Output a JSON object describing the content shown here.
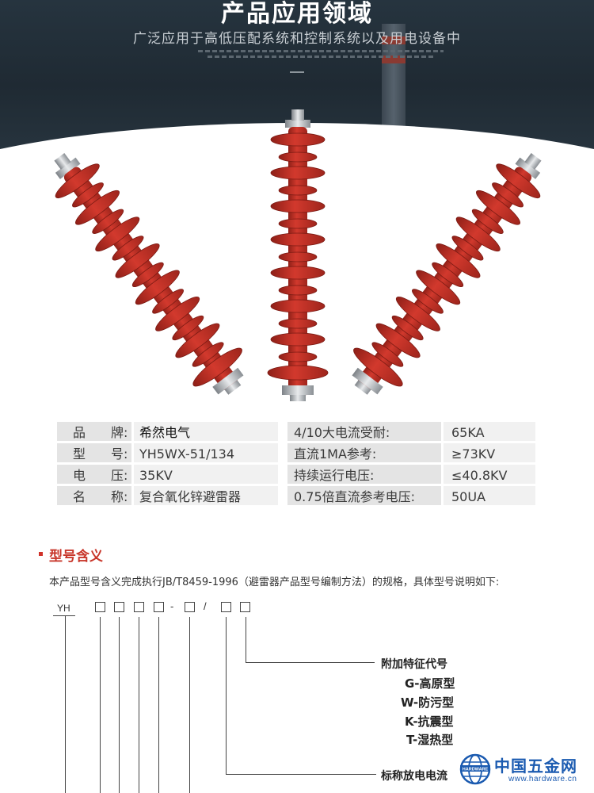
{
  "banner": {
    "title": "产品应用领域",
    "subtitle": "广泛应用于高低压配系统和控制系统以及用电设备中"
  },
  "colors": {
    "accent": "#c8362a",
    "insulator": "#c8342b",
    "banner_bg": "#26343f",
    "watermark": "#1a5ab0"
  },
  "spec_table": {
    "rows": [
      {
        "label": "品　　牌:",
        "value": "希然电气",
        "label2": "4/10大电流受耐:",
        "value2": "65KA"
      },
      {
        "label": "型　　号:",
        "value": "YH5WX-51/134",
        "label2": "直流1MA参考:",
        "value2": "≥73KV"
      },
      {
        "label": "电　　压:",
        "value": "35KV",
        "label2": "持续运行电压:",
        "value2": "≤40.8KV"
      },
      {
        "label": "名　　称:",
        "value": "复合氧化锌避雷器",
        "label2": "0.75倍直流参考电压:",
        "value2": "50UA"
      }
    ]
  },
  "model_section": {
    "title": "型号含义",
    "description": "本产品型号含义完成执行JB/T8459-1996（避雷器产品型号编制方法）的规格，具体型号说明如下:",
    "prefix": "YH",
    "dash": "-",
    "slash": "/",
    "feature_label": "附加特征代号",
    "codes": [
      "G-高原型",
      "W-防污型",
      "K-抗震型",
      "T-湿热型"
    ],
    "discharge_label": "标称放电电流"
  },
  "watermark": {
    "name": "中国五金网",
    "url": "www.hardware.cn",
    "badge": "HARDWARE"
  }
}
